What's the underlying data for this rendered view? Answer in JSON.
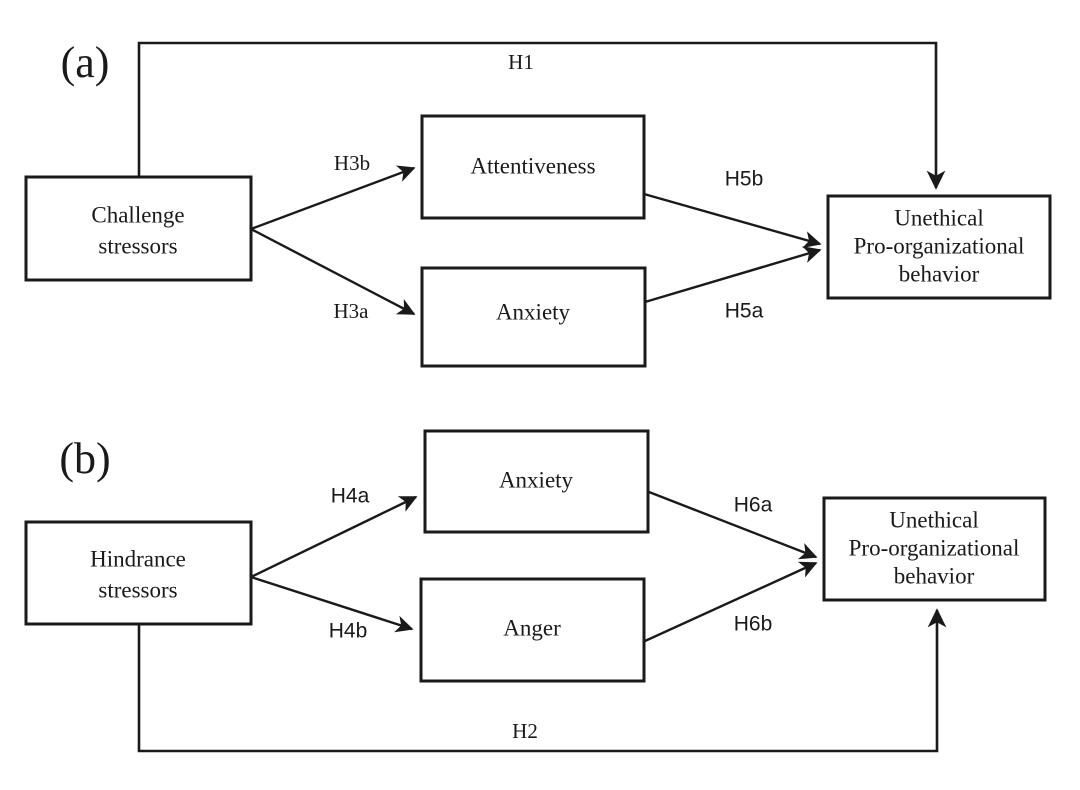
{
  "figure": {
    "type": "path-model-diagram",
    "background_color": "#ffffff",
    "line_color": "#1a1a1a",
    "panels": [
      {
        "id": "a",
        "label": "(a)",
        "nodes": [
          {
            "id": "challenge",
            "label_line1": "Challenge",
            "label_line2": "stressors",
            "label_line3": ""
          },
          {
            "id": "attentiveness",
            "label_line1": "Attentiveness",
            "label_line2": "",
            "label_line3": ""
          },
          {
            "id": "anxiety_a",
            "label_line1": "Anxiety",
            "label_line2": "",
            "label_line3": ""
          },
          {
            "id": "upb_a",
            "label_line1": "Unethical",
            "label_line2": "Pro-organizational",
            "label_line3": "behavior"
          }
        ],
        "edges": [
          {
            "id": "h1",
            "label": "H1",
            "from": "challenge",
            "to": "upb_a",
            "style": "orthogonal"
          },
          {
            "id": "h3b",
            "label": "H3b",
            "from": "challenge",
            "to": "attentiveness",
            "style": "straight"
          },
          {
            "id": "h3a",
            "label": "H3a",
            "from": "challenge",
            "to": "anxiety_a",
            "style": "straight"
          },
          {
            "id": "h5b",
            "label": "H5b",
            "from": "attentiveness",
            "to": "upb_a",
            "style": "straight"
          },
          {
            "id": "h5a",
            "label": "H5a",
            "from": "anxiety_a",
            "to": "upb_a",
            "style": "straight"
          }
        ]
      },
      {
        "id": "b",
        "label": "(b)",
        "nodes": [
          {
            "id": "hindrance",
            "label_line1": "Hindrance",
            "label_line2": "stressors",
            "label_line3": ""
          },
          {
            "id": "anxiety_b",
            "label_line1": "Anxiety",
            "label_line2": "",
            "label_line3": ""
          },
          {
            "id": "anger",
            "label_line1": "Anger",
            "label_line2": "",
            "label_line3": ""
          },
          {
            "id": "upb_b",
            "label_line1": "Unethical",
            "label_line2": "Pro-organizational",
            "label_line3": "behavior"
          }
        ],
        "edges": [
          {
            "id": "h2",
            "label": "H2",
            "from": "hindrance",
            "to": "upb_b",
            "style": "orthogonal"
          },
          {
            "id": "h4a",
            "label": "H4a",
            "from": "hindrance",
            "to": "anxiety_b",
            "style": "straight"
          },
          {
            "id": "h4b",
            "label": "H4b",
            "from": "hindrance",
            "to": "anger",
            "style": "straight"
          },
          {
            "id": "h6a",
            "label": "H6a",
            "from": "anxiety_b",
            "to": "upb_b",
            "style": "straight"
          },
          {
            "id": "h6b",
            "label": "H6b",
            "from": "anger",
            "to": "upb_b",
            "style": "straight"
          }
        ]
      }
    ]
  }
}
